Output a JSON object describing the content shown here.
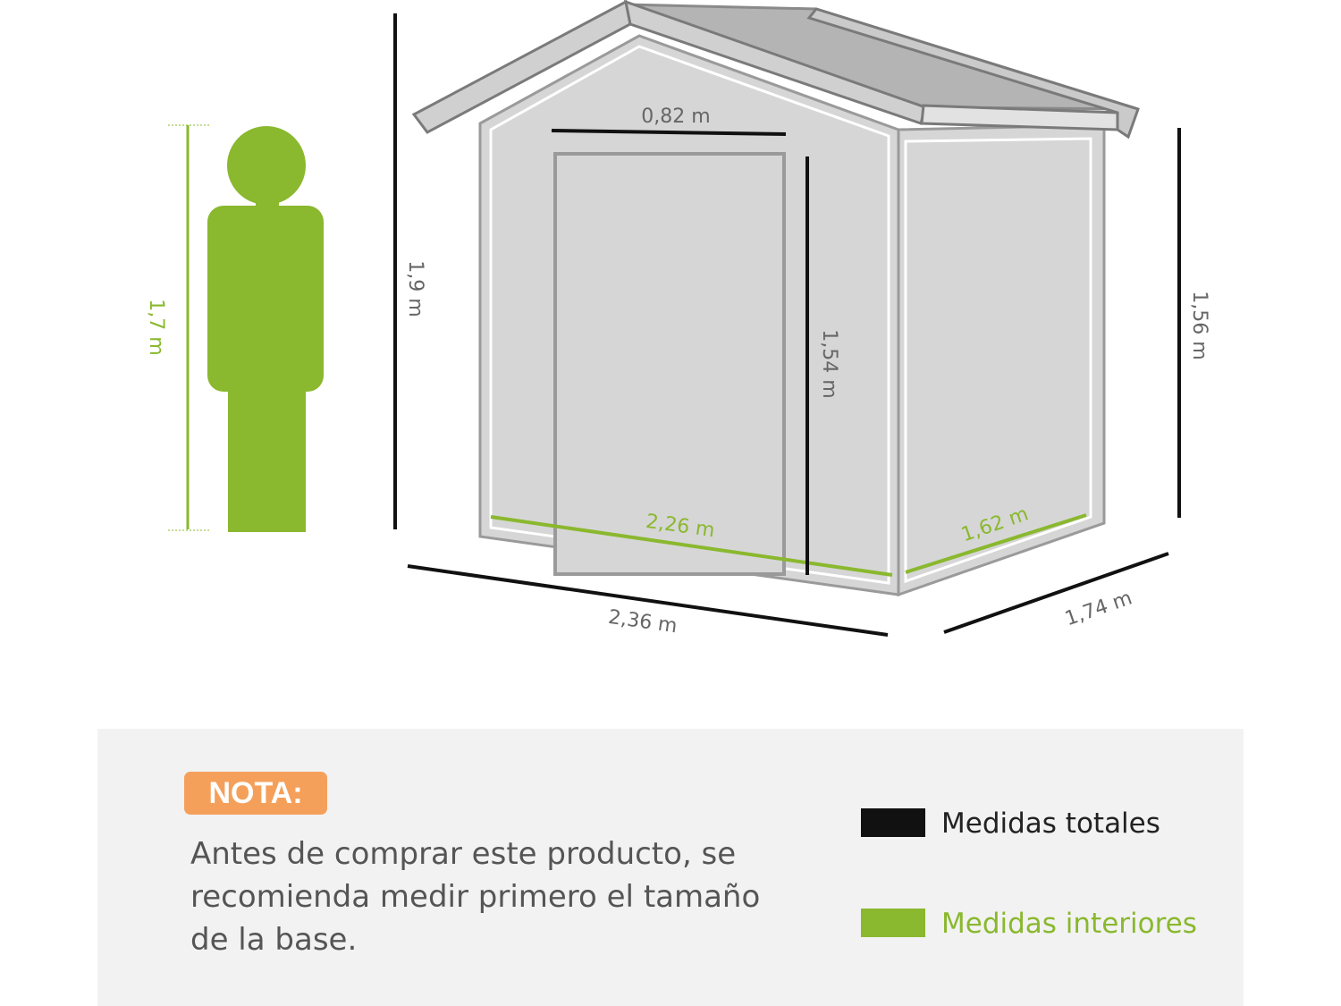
{
  "colors": {
    "outer": "#111111",
    "interior": "#8ab82e",
    "person": "#8ab82e",
    "shed_fill": "#d6d6d6",
    "roof": "#b4b4b4",
    "note_badge": "#f5a05a",
    "panel": "#f2f2f2"
  },
  "person": {
    "height_label": "1,7 m"
  },
  "dimensions": {
    "total_height": "1,9 m",
    "door_width": "0,82 m",
    "door_height": "1,54 m",
    "side_height": "1,56 m",
    "front_width_total": "2,36 m",
    "depth_total": "1,74 m",
    "front_width_interior": "2,26 m",
    "depth_interior": "1,62 m"
  },
  "note": {
    "badge": "NOTA:",
    "text": "Antes de comprar este producto, se recomienda medir primero el tamaño de la base."
  },
  "legend": [
    {
      "label": "Medidas totales",
      "color": "#111111"
    },
    {
      "label": "Medidas interiores",
      "color": "#8ab82e"
    }
  ]
}
